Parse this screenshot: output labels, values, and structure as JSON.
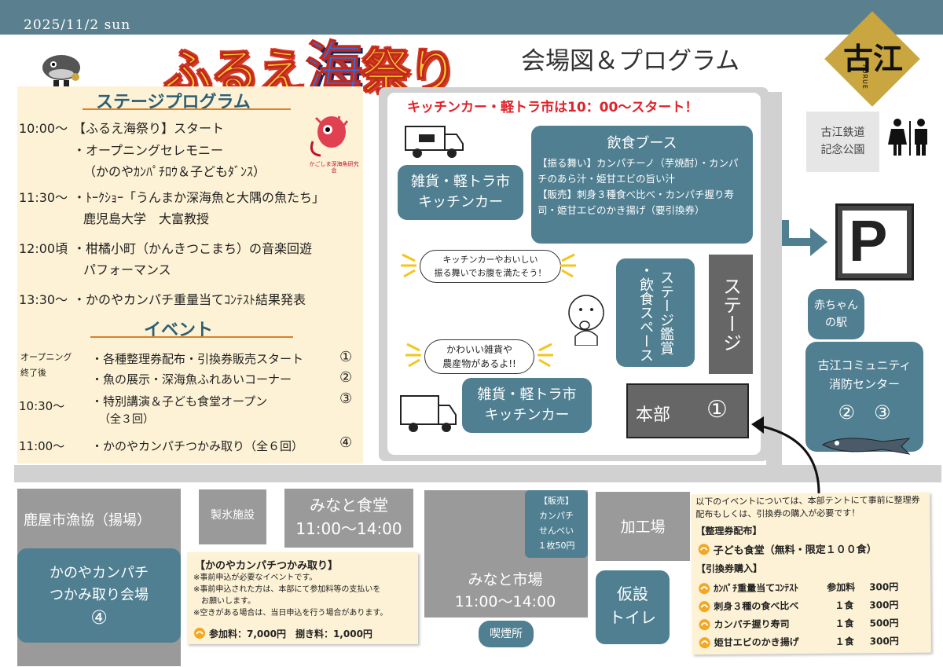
{
  "header": {
    "date": "2025/11/2  sun",
    "title_part1": "ふるえ",
    "title_umi": "海",
    "title_part2": "祭り",
    "subtitle": "会場図＆プログラム",
    "logo_text": "古江",
    "logo_sub": "FURUE"
  },
  "stage_program": {
    "heading": "ステージプログラム",
    "items": [
      {
        "time": "10:00〜",
        "text": "【ふるえ海祭り】スタート"
      },
      {
        "time": "",
        "text": "・オープニングセレモニー"
      },
      {
        "time": "",
        "text": "（かのやｶﾝﾊﾟﾁﾛｳ＆子どもﾀﾞﾝｽ）"
      },
      {
        "time": "11:30〜",
        "text": "・ﾄｰｸｼｮｰ「うんまか深海魚と大隅の魚たち」"
      },
      {
        "time": "",
        "text": "鹿児島大学　大富教授"
      },
      {
        "time": "12:00頃",
        "text": "・柑橘小町（かんきつこまち）の音楽回遊"
      },
      {
        "time": "",
        "text": "パフォーマンス"
      },
      {
        "time": "13:30〜",
        "text": "・かのやカンパチ重量当てｺﾝﾃｽﾄ結果発表"
      }
    ],
    "badge_text": "かごしま深海魚研究会"
  },
  "events": {
    "heading": "イベント",
    "items": [
      {
        "time": "オープニング\n終了後",
        "text": "・各種整理券配布・引換券販売スタート",
        "num": "①"
      },
      {
        "time": "",
        "text": "・魚の展示・深海魚ふれあいコーナー",
        "num": "②"
      },
      {
        "time": "10:30〜",
        "text": "・特別講演＆子ども食堂オープン",
        "num": "③"
      },
      {
        "time": "",
        "text": "（全３回）",
        "num": ""
      },
      {
        "time": "11:00〜",
        "text": "・かのやカンパチつかみ取り（全６回）",
        "num": "④"
      }
    ]
  },
  "map": {
    "kitchen_notice": "キッチンカー・軽トラ市は10：00〜スタート！",
    "zakka_top": "雑貨・軽トラ市\nキッチンカー",
    "food_booth_title": "飲食ブース",
    "food_booth_text": "【振る舞い】カンパチーノ（芋焼酎）・カンパチのあら汁・姫甘エビの旨い汁\n【販売】刺身３種食べ比べ・カンパチ握り寿司・姫甘エビのかき揚げ（要引換券）",
    "bubble1": "キッチンカーやおいしい\n振る舞いでお腹を満たそう！",
    "bubble2": "かわいい雑貨や\n農産物があるよ!!",
    "stage_view": "ステージ鑑賞\n・飲食スペース",
    "stage": "ステージ",
    "zakka_bottom": "雑貨・軽トラ市\nキッチンカー",
    "hq": "本部",
    "hq_num": "①",
    "park": "古江鉄道\n記念公園",
    "parking": "P",
    "baby": "赤ちゃん\nの駅",
    "community": "古江コミュニティ\n消防センター",
    "community_nums": "②　③",
    "fishery": "鹿屋市漁協（揚場）",
    "kanpachi_venue": "かのやカンパチ\nつかみ取り会場",
    "kanpachi_num": "④",
    "ice": "製氷施設",
    "shokudo": "みなと食堂\n11:00〜14:00",
    "market_sale": "【販売】\nカンパチ\nせんべい\n１枚50円",
    "market": "みなと市場\n11:00〜14:00",
    "smoking": "喫煙所",
    "processing": "加工場",
    "toilet": "仮設\nトイレ"
  },
  "notice_grab": {
    "title": "【かのやカンパチつかみ取り】",
    "lines": [
      "※事前申込が必要なイベントです。",
      "※事前申込された方は、本部にて参加料等の支払いを",
      "　お願いします。",
      "※空きがある場合は、当日申込を行う場合があります。"
    ],
    "fee": "参加料：7,000円　捌き料：1,000円"
  },
  "notice_tickets": {
    "intro": "以下のイベントについては、本部テントにて事前に整理券配布もしくは、引換券の購入が必要です！",
    "section1": "【整理券配布】",
    "item1": "子ども食堂（無料・限定１００食）",
    "section2": "【引換券購入】",
    "items": [
      {
        "name": "ｶﾝﾊﾟﾁ重量当てｺﾝﾃｽﾄ",
        "unit": "参加料",
        "price": "300円"
      },
      {
        "name": "刺身３種の食べ比べ",
        "unit": "１食",
        "price": "300円"
      },
      {
        "name": "カンパチ握り寿司",
        "unit": "１食",
        "price": "500円"
      },
      {
        "name": "姫甘エビのかき揚げ",
        "unit": "１食",
        "price": "300円"
      }
    ]
  },
  "colors": {
    "teal": "#4f7f91",
    "bar": "#5a8090",
    "cream": "#fdf2d5",
    "orange": "#d9822b",
    "red": "#e0222a"
  }
}
